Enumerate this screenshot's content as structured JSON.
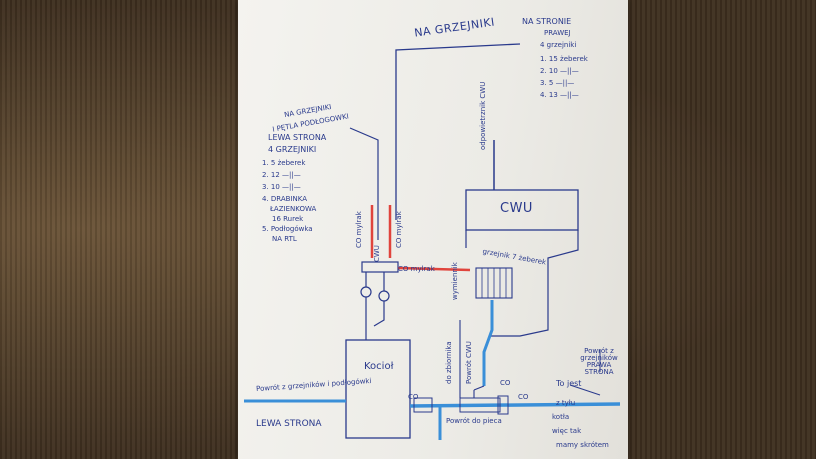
{
  "labels": {
    "na_grzejniki_top": "NA GRZEJNIKI",
    "na_stronie": "NA STRONIE",
    "prawej": "PRAWEJ",
    "right_count": "4 grzejniki",
    "right_items": [
      "1. 15 żeberek",
      "2. 10 —||—",
      "3. 5 —||—",
      "4. 13 —||—"
    ],
    "left_title_1": "NA GRZEJNIKI",
    "left_title_2": "I PĘTLA PODŁOGOWKI",
    "left_side_1": "LEWA STRONA",
    "left_side_2": "4 GRZEJNIKI",
    "left_items": [
      "1. 5 żeberek",
      "2. 12 —||—",
      "3. 10 —||—",
      "4. DRABINKA",
      "ŁAZIENKOWA",
      "16 Rurek",
      "5. Podłogówka",
      "NA RTL"
    ],
    "odpowietrznik": "odpowietrznik CWU",
    "cwu": "CWU",
    "co_mylrak_1": "CO mylrak",
    "co_mylrak_2": "CO mylrak",
    "cwu_small": "CWU",
    "co_mylrak_3": "CO mylrak",
    "grzejnik": "grzejnik 7 żeberek",
    "wymiennik": "wymiennik",
    "kociol": "Kocioł",
    "do_zbiornika": "do zbiornika",
    "powrot_cwu": "Powrót CWU",
    "powrot_lewy": "Powrót z grzejników i podłogówki",
    "lewa_strona": "LEWA STRONA",
    "powrot_do_pieca": "Powrót do pieca",
    "co_a": "CO",
    "co_b": "CO",
    "co_c": "CO",
    "powrot_prawy": "Powrót z grzejników PRAWA STRONA",
    "to_jest": "To jest",
    "z_tylu": "z tyłu",
    "kotla": "kotła",
    "wiec_tak": "więc tak",
    "many_skrotem": "mamy skrótem"
  },
  "colors": {
    "ink_blue": "#2a3a8c",
    "pipe_red": "#e0443c",
    "pipe_light_blue": "#3a8fd8",
    "paper": "#f0efea"
  }
}
